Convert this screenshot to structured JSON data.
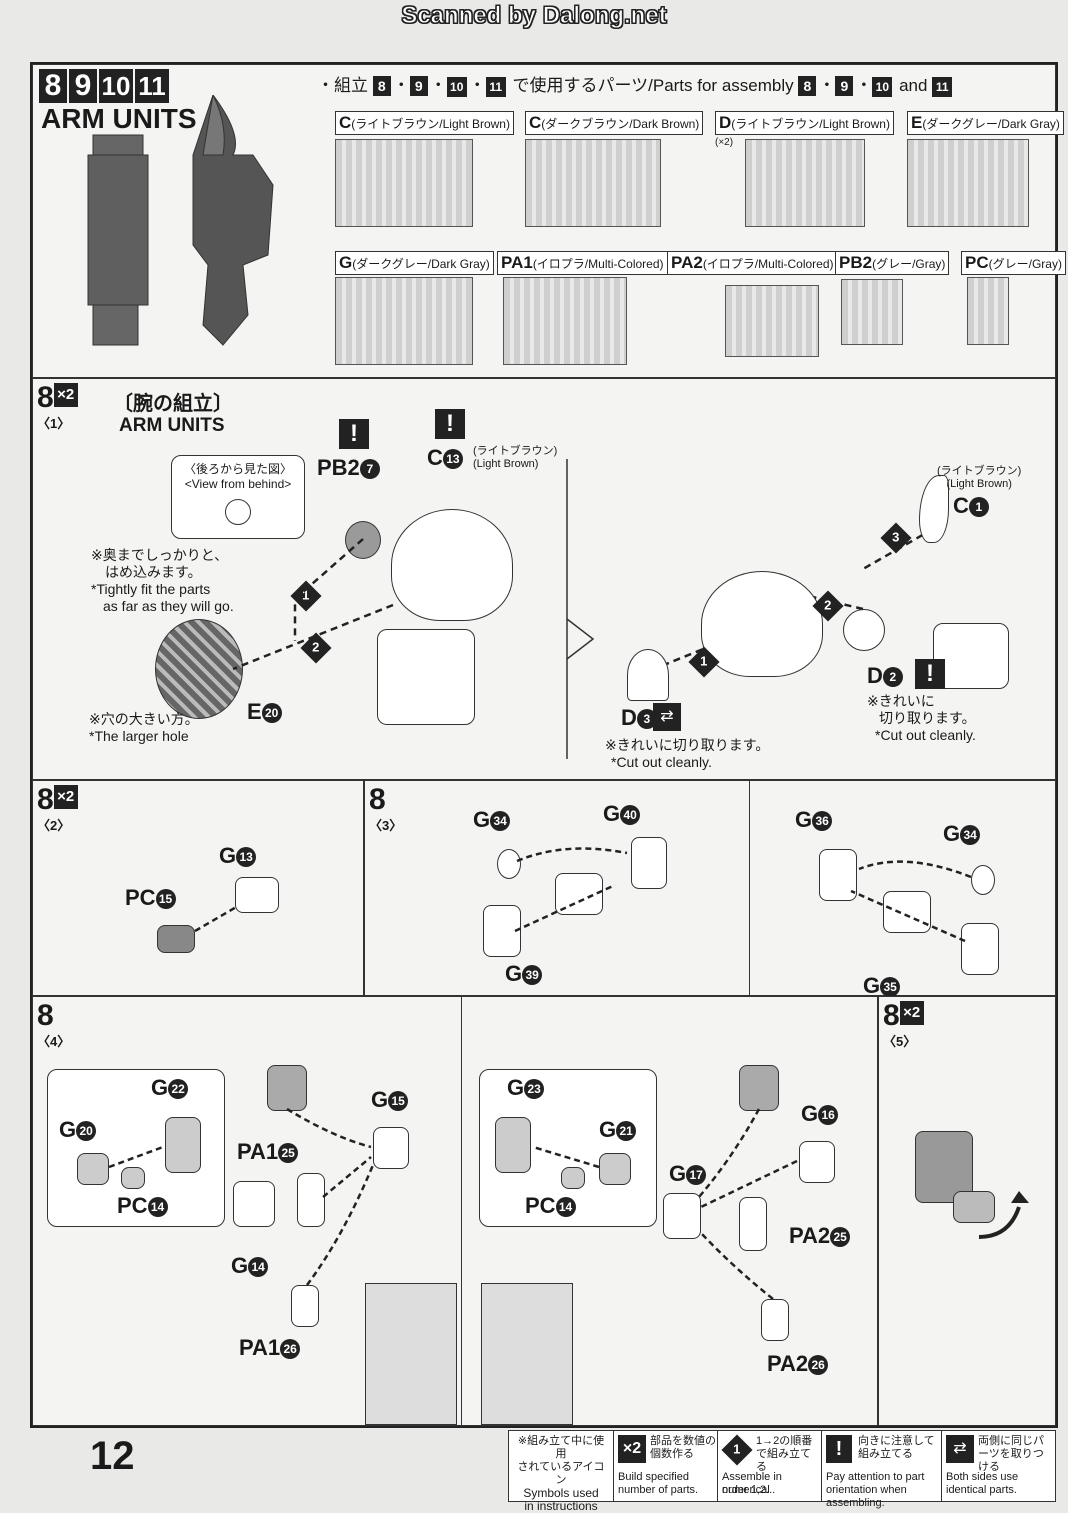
{
  "watermark": "Scanned by Dalong.net",
  "header": {
    "steps": [
      "8",
      "9",
      "10",
      "11"
    ],
    "title": "ARM UNITS",
    "parts_heading_prefix": "・組立",
    "parts_heading_sep": "・",
    "parts_heading_ja": "で使用するパーツ/Parts for assembly",
    "parts_heading_and": "and"
  },
  "runners": [
    {
      "letter": "C",
      "desc": "(ライトブラウン/Light Brown)"
    },
    {
      "letter": "C",
      "desc": "(ダークブラウン/Dark Brown)"
    },
    {
      "letter": "D",
      "desc": "(ライトブラウン/Light Brown)",
      "qty": "(×2)"
    },
    {
      "letter": "E",
      "desc": "(ダークグレー/Dark Gray)"
    },
    {
      "letter": "G",
      "desc": "(ダークグレー/Dark Gray)"
    },
    {
      "letter": "PA1",
      "desc": "(イロプラ/Multi-Colored)"
    },
    {
      "letter": "PA2",
      "desc": "(イロプラ/Multi-Colored)"
    },
    {
      "letter": "PB2",
      "desc": "(グレー/Gray)"
    },
    {
      "letter": "PC",
      "desc": "(グレー/Gray)"
    }
  ],
  "step8_1": {
    "num": "8",
    "sub": "〈1〉",
    "mult": "×2",
    "title_ja": "〔腕の組立〕",
    "title_en": "ARM UNITS",
    "view_ja": "〈後ろから見た図〉",
    "view_en": "<View from behind>",
    "tight_ja1": "※奥までしっかりと、",
    "tight_ja2": "はめ込みます。",
    "tight_en1": "*Tightly fit the parts",
    "tight_en2": "as far as they will go.",
    "hole_ja": "※穴の大きい方。",
    "hole_en": "*The larger hole",
    "pb2": "PB2",
    "pb2_n": "7",
    "c13": "C",
    "c13_n": "13",
    "c13_desc1": "(ライトブラウン)",
    "c13_desc2": "(Light Brown)",
    "e20": "E",
    "e20_n": "20",
    "c1": "C",
    "c1_n": "1",
    "c1_desc1": "(ライトブラウン)",
    "c1_desc2": "(Light Brown)",
    "d2": "D",
    "d2_n": "2",
    "d3": "D",
    "d3_n": "3",
    "cut_ja1": "※きれいに",
    "cut_ja2": "切り取ります。",
    "cut_en": "*Cut out cleanly.",
    "cut2_ja": "※きれいに切り取ります。",
    "cut2_en": "*Cut out cleanly.",
    "warn": "!"
  },
  "step8_2": {
    "num": "8",
    "sub": "〈2〉",
    "mult": "×2",
    "g13": "G",
    "g13_n": "13",
    "pc15": "PC",
    "pc15_n": "15"
  },
  "step8_3": {
    "num": "8",
    "sub": "〈3〉",
    "labels": [
      [
        "G",
        "34"
      ],
      [
        "G",
        "40"
      ],
      [
        "G",
        "39"
      ],
      [
        "G",
        "36"
      ],
      [
        "G",
        "34"
      ],
      [
        "G",
        "35"
      ]
    ]
  },
  "step8_4": {
    "num": "8",
    "sub": "〈4〉",
    "labels": [
      [
        "G",
        "22"
      ],
      [
        "G",
        "20"
      ],
      [
        "PC",
        "14"
      ],
      [
        "G",
        "15"
      ],
      [
        "PA1",
        "25"
      ],
      [
        "G",
        "14"
      ],
      [
        "PA1",
        "26"
      ],
      [
        "G",
        "23"
      ],
      [
        "G",
        "21"
      ],
      [
        "PC",
        "14"
      ],
      [
        "G",
        "16"
      ],
      [
        "G",
        "17"
      ],
      [
        "PA2",
        "25"
      ],
      [
        "PA2",
        "26"
      ]
    ]
  },
  "step8_5": {
    "num": "8",
    "sub": "〈5〉",
    "mult": "×2"
  },
  "legend": {
    "title_ja1": "※組み立て中に使用",
    "title_ja2": "されているアイコン",
    "title_en1": "Symbols used",
    "title_en2": "in instructions",
    "items": [
      {
        "icon": "×2",
        "ja": "部品を数値の個数作る",
        "en1": "Build specified",
        "en2": "number of parts."
      },
      {
        "icon": "1",
        "ja": "1→2の順番で組み立てる",
        "en1": "Assemble in numerical",
        "en2": "order 1,2..."
      },
      {
        "icon": "!",
        "ja": "向きに注意して組み立てる",
        "en1": "Pay attention to part",
        "en2": "orientation when assembling."
      },
      {
        "icon": "⇄",
        "ja": "両側に同じパーツを取りつける",
        "en1": "Both sides use",
        "en2": "identical parts."
      }
    ]
  },
  "page_number": "12"
}
